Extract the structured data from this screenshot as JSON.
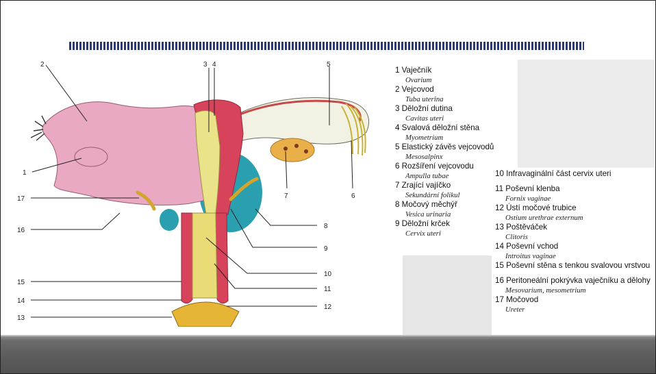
{
  "diagram": {
    "callout_numbers": [
      "1",
      "2",
      "3",
      "4",
      "5",
      "6",
      "7",
      "8",
      "9",
      "10",
      "11",
      "12",
      "13",
      "14",
      "15",
      "16",
      "17"
    ],
    "colors": {
      "uterus_pink": "#e9a9c2",
      "muscle_red": "#d8435c",
      "cavity_yellow": "#ebe38a",
      "bladder_teal": "#2a9fb0",
      "vestibule_gold": "#e7b535",
      "stripe_blue": "#2c3a72"
    }
  },
  "legend_left": [
    {
      "text": "1 Vaječník",
      "latin": "Ovarium"
    },
    {
      "text": "2 Vejcovod",
      "latin": "Tuba uterina"
    },
    {
      "text": "3 Děložní dutina",
      "latin": "Cavitas uteri"
    },
    {
      "text": "4 Svalová děložní stěna",
      "latin": "Myometrium"
    },
    {
      "text": "5 Elastický závěs vejcovodů",
      "latin": "Mesosalpinx"
    },
    {
      "text": "6 Rozšíření vejcovodu",
      "latin": "Ampulla tubae"
    },
    {
      "text": "7 Zrající vajíčko",
      "latin": "Sekundární folikul"
    },
    {
      "text": "8 Močový měchýř",
      "latin": "Vesica urinaria"
    },
    {
      "text": "9 Děložní krček",
      "latin": "Cervix uteri"
    }
  ],
  "legend_right": [
    {
      "text": "10 Infravaginální část cervix uteri",
      "latin": ""
    },
    {
      "text": "11 Poševní klenba",
      "latin": "Fornix vaginae"
    },
    {
      "text": "12 Ústí močové trubice",
      "latin": "Ostium urethrae externum"
    },
    {
      "text": "13 Poštěváček",
      "latin": "Clitoris"
    },
    {
      "text": "14 Poševní vchod",
      "latin": "Introitus vaginae"
    },
    {
      "text": "15 Poševní stěna s tenkou svalovou vrstvou",
      "latin": ""
    },
    {
      "text": "16 Peritoneální pokrývka vaječníku a dělohy",
      "latin": "Mesovarium, mesometrium"
    },
    {
      "text": "17 Močovod",
      "latin": "Ureter"
    }
  ]
}
